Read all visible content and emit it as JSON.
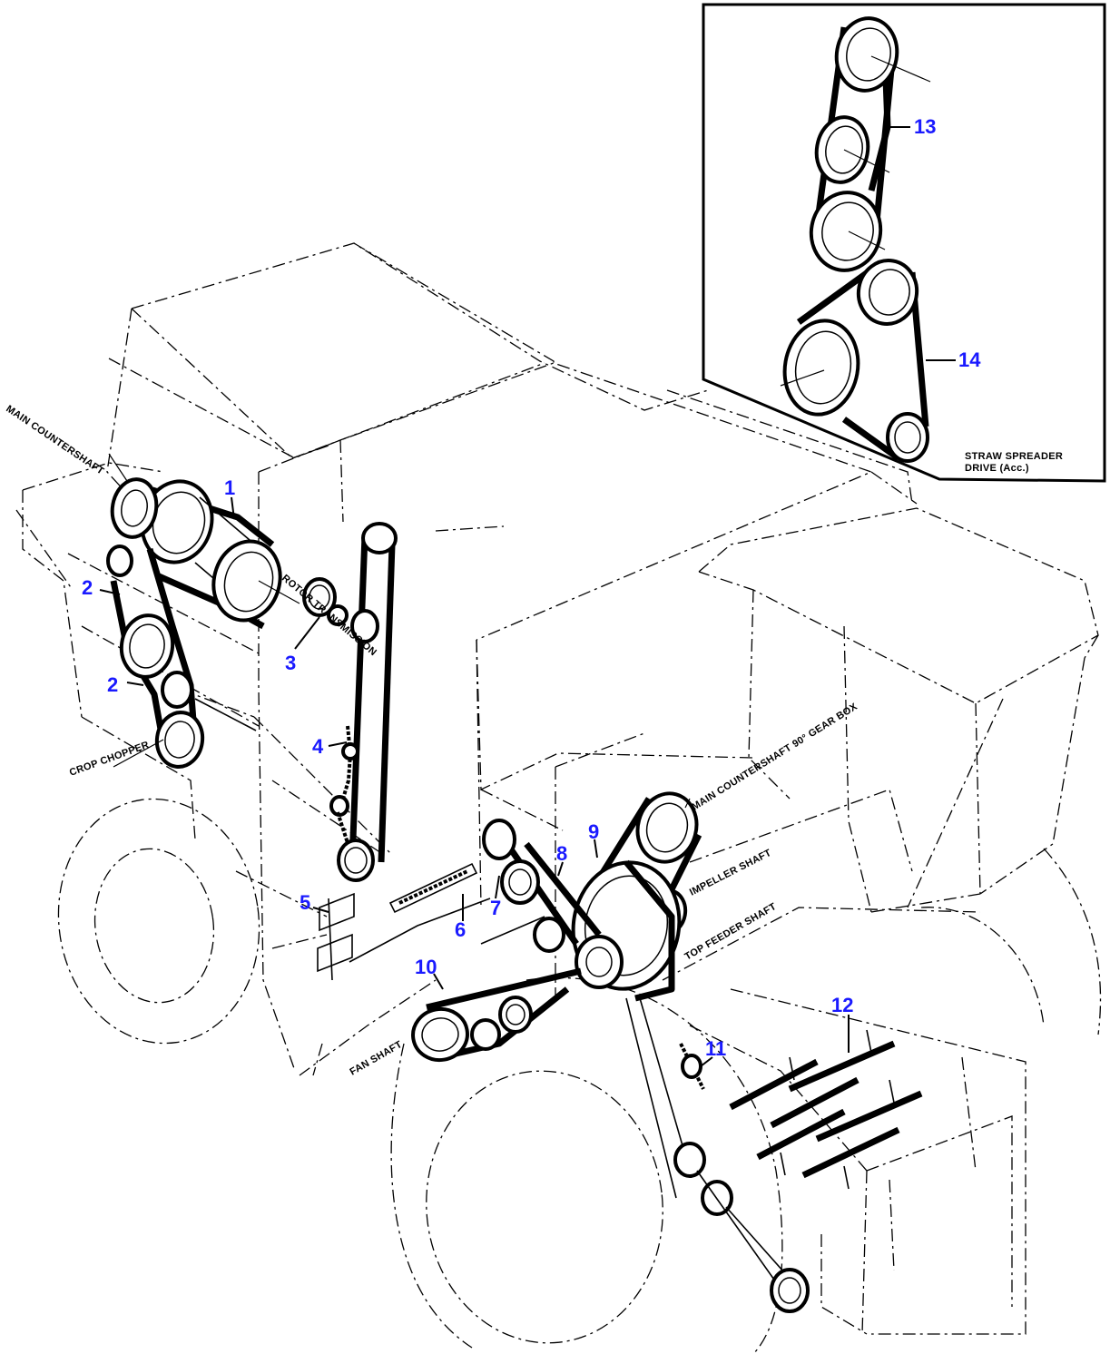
{
  "callouts": [
    "1",
    "2",
    "2",
    "3",
    "4",
    "5",
    "6",
    "7",
    "8",
    "9",
    "10",
    "11",
    "12",
    "13",
    "14"
  ],
  "labels": {
    "main_countershaft": "MAIN COUNTERSHAFT",
    "rotor_transmission": "ROTOR TRANSMISSION",
    "crop_chopper": "CROP CHOPPER",
    "gear_box": "MAIN COUNTERSHAFT 90° GEAR BOX",
    "impeller_shaft": "IMPELLER SHAFT",
    "top_feeder_shaft": "TOP FEEDER SHAFT",
    "fan_shaft": "FAN SHAFT"
  },
  "inset": {
    "title_line1": "STRAW SPREADER",
    "title_line2": "DRIVE (Acc.)"
  },
  "colors": {
    "callout": "#1a1aff",
    "line": "#000000",
    "background": "#ffffff"
  }
}
